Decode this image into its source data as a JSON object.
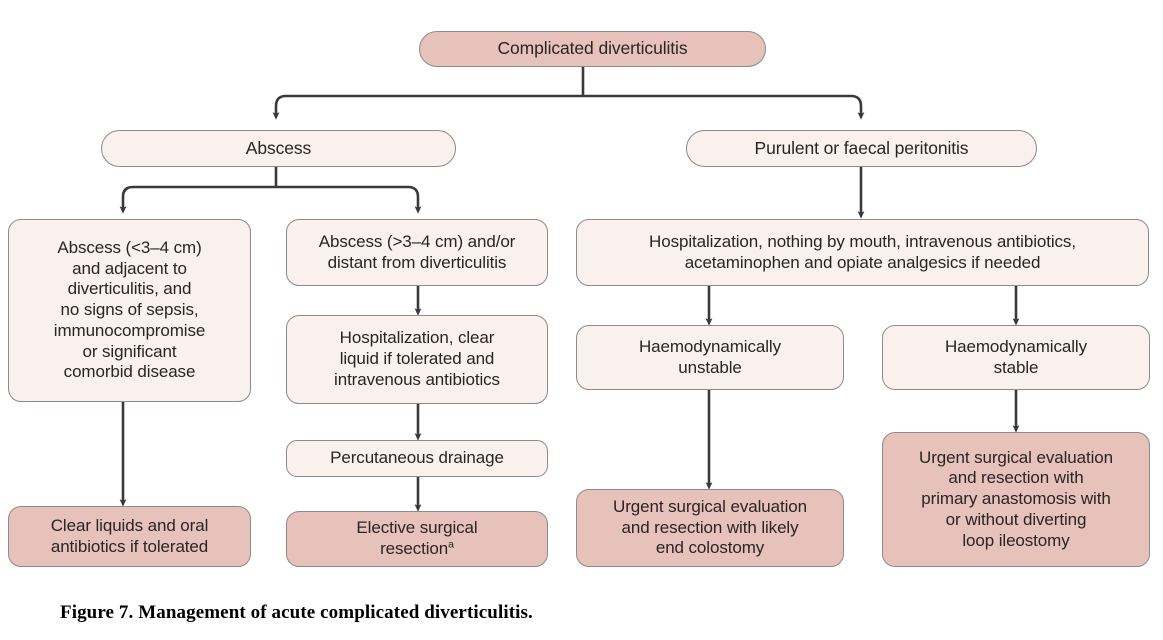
{
  "figure": {
    "caption": "Figure 7. Management of acute complicated diverticulitis.",
    "footnote_marker": "a"
  },
  "colors": {
    "fill_dark": "#e6c2ba",
    "fill_light": "#faf0ee",
    "border": "#8e8a8b",
    "connector": "#3a3a3c",
    "text": "#2b2424",
    "background": "#ffffff"
  },
  "nodes": {
    "root": {
      "label": "Complicated diverticulitis",
      "fill": "dark"
    },
    "abscess": {
      "label": "Abscess",
      "fill": "light"
    },
    "peritonitis": {
      "label": "Purulent or faecal peritonitis",
      "fill": "light"
    },
    "abscess_small": {
      "label": "Abscess (<3–4 cm)\nand adjacent to\ndiverticulitis, and\nno signs of sepsis,\nimmunocompromise\nor significant\ncomorbid disease",
      "fill": "light"
    },
    "abscess_large": {
      "label": "Abscess (>3–4 cm) and/or\ndistant from diverticulitis",
      "fill": "light"
    },
    "hospitalization_clear_liquid": {
      "label": "Hospitalization, clear\nliquid if tolerated and\nintravenous antibiotics",
      "fill": "light"
    },
    "percutaneous_drainage": {
      "label": "Percutaneous drainage",
      "fill": "light"
    },
    "clear_liquids_oral": {
      "label": "Clear liquids and oral\nantibiotics if tolerated",
      "fill": "dark"
    },
    "elective_resection": {
      "label": "Elective surgical\nresection",
      "fill": "dark",
      "has_footnote": true
    },
    "hospitalization_npo": {
      "label": "Hospitalization, nothing by mouth, intravenous antibiotics,\nacetaminophen and opiate analgesics if needed",
      "fill": "light"
    },
    "haemo_unstable": {
      "label": "Haemodynamically\nunstable",
      "fill": "light"
    },
    "haemo_stable": {
      "label": "Haemodynamically\nstable",
      "fill": "light"
    },
    "urgent_end_colostomy": {
      "label": "Urgent surgical evaluation\nand resection with likely\nend colostomy",
      "fill": "dark"
    },
    "urgent_anastomosis": {
      "label": "Urgent surgical evaluation\nand resection with\nprimary anastomosis with\nor without diverting\nloop ileostomy",
      "fill": "dark"
    }
  },
  "chart_data": {
    "type": "diagram",
    "diagram_type": "flowchart",
    "title": "Management of acute complicated diverticulitis",
    "orientation": "top-down",
    "levels": [
      [
        "Complicated diverticulitis"
      ],
      [
        "Abscess",
        "Purulent or faecal peritonitis"
      ],
      [
        "Abscess (<3–4 cm) and adjacent to diverticulitis, and no signs of sepsis, immunocompromise or significant comorbid disease",
        "Abscess (>3–4 cm) and/or distant from diverticulitis",
        "Hospitalization, nothing by mouth, intravenous antibiotics, acetaminophen and opiate analgesics if needed"
      ],
      [
        "Hospitalization, clear liquid if tolerated and intravenous antibiotics",
        "Haemodynamically unstable",
        "Haemodynamically stable"
      ],
      [
        "Percutaneous drainage",
        "Urgent surgical evaluation and resection with likely end colostomy",
        "Urgent surgical evaluation and resection with primary anastomosis with or without diverting loop ileostomy"
      ],
      [
        "Clear liquids and oral antibiotics if tolerated",
        "Elective surgical resection"
      ]
    ],
    "edges": [
      {
        "from": "Complicated diverticulitis",
        "to": "Abscess"
      },
      {
        "from": "Complicated diverticulitis",
        "to": "Purulent or faecal peritonitis"
      },
      {
        "from": "Abscess",
        "to": "Abscess (<3–4 cm) and adjacent to diverticulitis, and no signs of sepsis, immunocompromise or significant comorbid disease"
      },
      {
        "from": "Abscess",
        "to": "Abscess (>3–4 cm) and/or distant from diverticulitis"
      },
      {
        "from": "Abscess (<3–4 cm) and adjacent to diverticulitis, and no signs of sepsis, immunocompromise or significant comorbid disease",
        "to": "Clear liquids and oral antibiotics if tolerated"
      },
      {
        "from": "Abscess (>3–4 cm) and/or distant from diverticulitis",
        "to": "Hospitalization, clear liquid if tolerated and intravenous antibiotics"
      },
      {
        "from": "Hospitalization, clear liquid if tolerated and intravenous antibiotics",
        "to": "Percutaneous drainage"
      },
      {
        "from": "Percutaneous drainage",
        "to": "Elective surgical resection"
      },
      {
        "from": "Purulent or faecal peritonitis",
        "to": "Hospitalization, nothing by mouth, intravenous antibiotics, acetaminophen and opiate analgesics if needed"
      },
      {
        "from": "Hospitalization, nothing by mouth, intravenous antibiotics, acetaminophen and opiate analgesics if needed",
        "to": "Haemodynamically unstable"
      },
      {
        "from": "Hospitalization, nothing by mouth, intravenous antibiotics, acetaminophen and opiate analgesics if needed",
        "to": "Haemodynamically stable"
      },
      {
        "from": "Haemodynamically unstable",
        "to": "Urgent surgical evaluation and resection with likely end colostomy"
      },
      {
        "from": "Haemodynamically stable",
        "to": "Urgent surgical evaluation and resection with primary anastomosis with or without diverting loop ileostomy"
      }
    ]
  }
}
